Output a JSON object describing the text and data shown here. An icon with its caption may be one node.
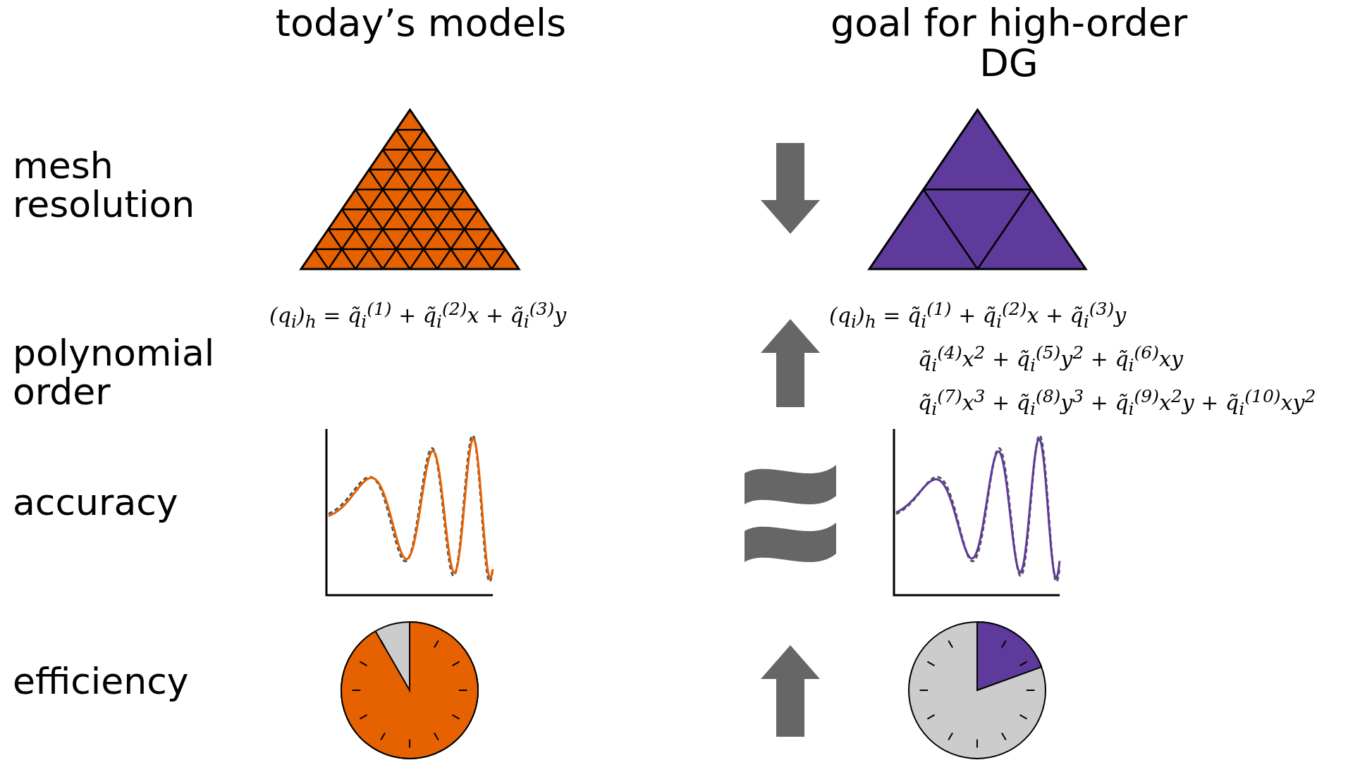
{
  "diagram": {
    "labels": [
      "today’s models",
      "goal for high-order DG",
      "mesh resolution",
      "polynomial order",
      "accuracy",
      "efficiency",
      "(q$_{i}$)$_{h}$ = q̃$_{i}$$^{(1)}$ + q̃$_{i}$$^{(2)}$x + q̃$_{i}$$^{(3)}$y",
      "(q$_{i}$)$_{h}$ = q̃$_{i}$$^{(1)}$ + q̃$_{i}$$^{(2)}$x + q̃$_{i}$$^{(3)}$y",
      "q̃$_{i}$$^{(4)}$x$^{2}$ + q̃$_{i}$$^{(5)}$y$^{2}$ + q̃$_{i}$$^{(6)}$xy",
      "q̃$_{i}$$^{(7)}$x$^{3}$ + q̃$_{i}$$^{(8)}$y$^{3}$ + q̃$_{i}$$^{(9)}$x$^{2}$y + q̃$_{i}$$^{(10)}$xy$^{2}$"
    ]
  }
}
